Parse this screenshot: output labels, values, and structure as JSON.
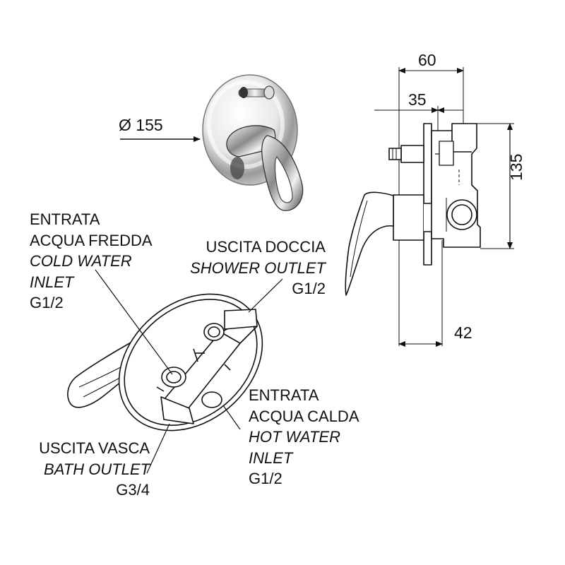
{
  "dimensions": {
    "diameter": "Ø 155",
    "overall_depth": "60",
    "body_depth": "35",
    "height": "135",
    "offset": "42"
  },
  "callouts": {
    "cold_inlet": {
      "it": "ENTRATA",
      "it2": "ACQUA FREDDA",
      "en": "COLD WATER",
      "en2": "INLET",
      "size": "G1/2"
    },
    "shower_outlet": {
      "it": "USCITA DOCCIA",
      "en": "SHOWER OUTLET",
      "size": "G1/2"
    },
    "hot_inlet": {
      "it": "ENTRATA",
      "it2": "ACQUA CALDA",
      "en": "HOT WATER",
      "en2": "INLET",
      "size": "G1/2"
    },
    "bath_outlet": {
      "it": "USCITA VASCA",
      "en": "BATH OUTLET",
      "size": "G3/4"
    }
  },
  "colors": {
    "line": "#111111",
    "chrome_light": "#f4f4f4",
    "chrome_dark": "#555555"
  }
}
